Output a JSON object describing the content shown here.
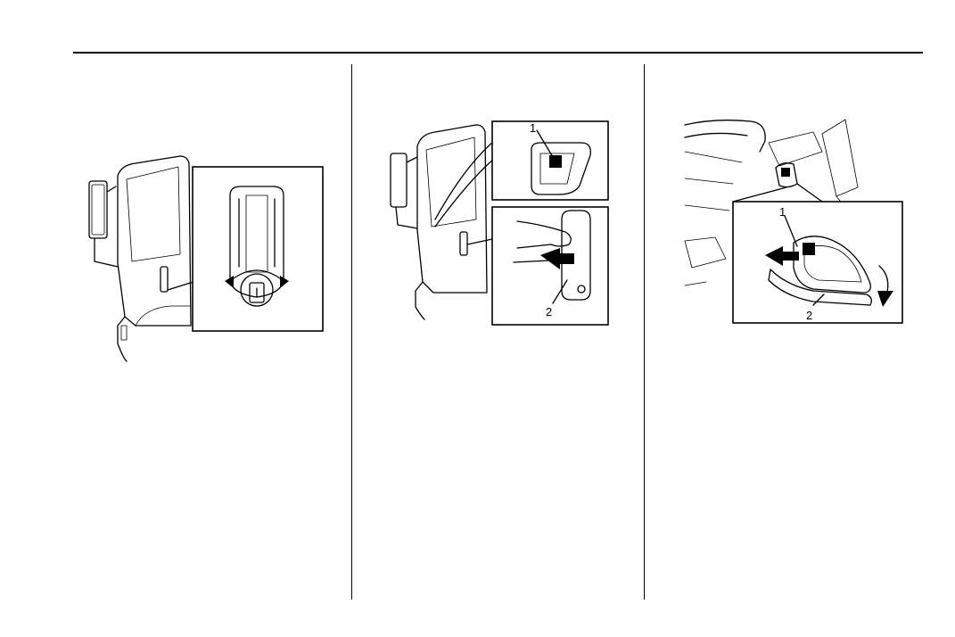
{
  "figures": {
    "fig2": {
      "callout_1": "1",
      "callout_2": "2"
    },
    "fig3": {
      "callout_1": "1",
      "callout_2": "2"
    }
  }
}
